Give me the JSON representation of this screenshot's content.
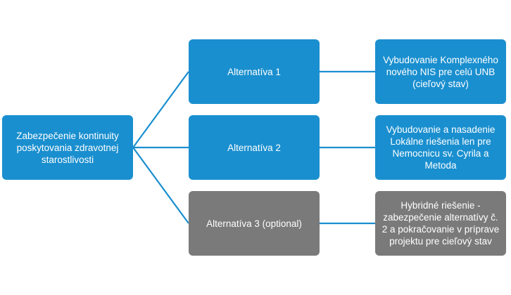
{
  "colors": {
    "primary": "#1a8fcf",
    "optional": "#7a7a7a",
    "text": "#ffffff",
    "background": "#ffffff"
  },
  "root": {
    "label": "Zabezpečenie kontinuity poskytovania zdravotnej starostlivosti"
  },
  "alternatives": [
    {
      "label": "Alternatíva 1"
    },
    {
      "label": "Alternatíva 2"
    },
    {
      "label": "Alternatíva 3 (optional)"
    }
  ],
  "outcomes": [
    {
      "label": "Vybudovanie Komplexného nového NIS pre celú UNB (cieľový stav)"
    },
    {
      "label": "Vybudovanie a nasadenie Lokálne riešenia len pre Nemocnicu sv. Cyrila a Metoda"
    },
    {
      "label": "Hybridné riešenie - zabezpečenie alternatívy č. 2 a pokračovanie v príprave projektu pre cieľový stav"
    }
  ]
}
